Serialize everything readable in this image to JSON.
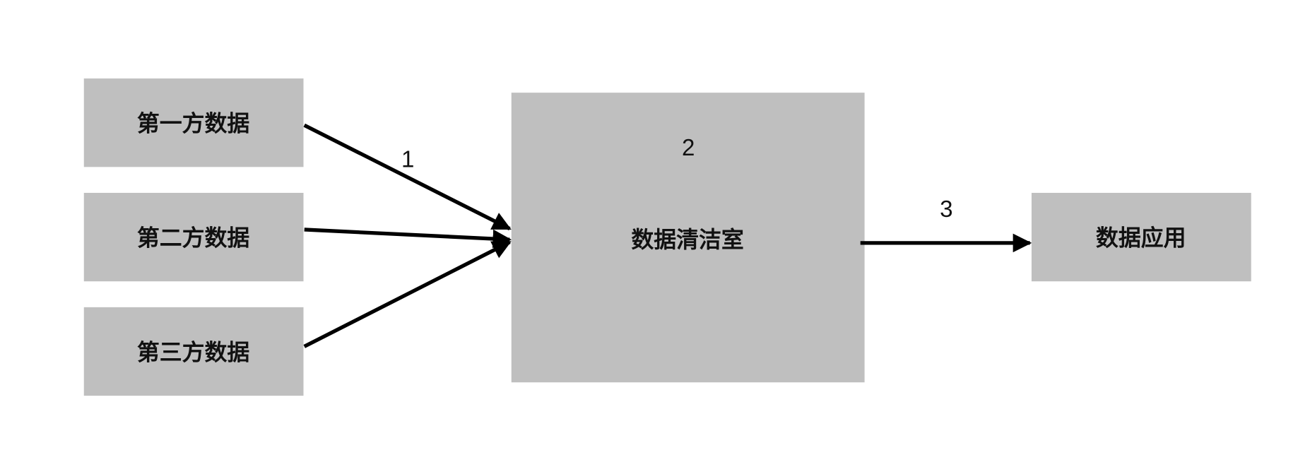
{
  "nodes": {
    "first_party": "第一方数据",
    "second_party": "第二方数据",
    "third_party": "第三方数据",
    "clean_room": "数据清洁室",
    "application": "数据应用"
  },
  "step_labels": {
    "step1": "1",
    "step2": "2",
    "step3": "3"
  },
  "colors": {
    "box_fill": "#bfbfbf",
    "arrow": "#000000"
  }
}
